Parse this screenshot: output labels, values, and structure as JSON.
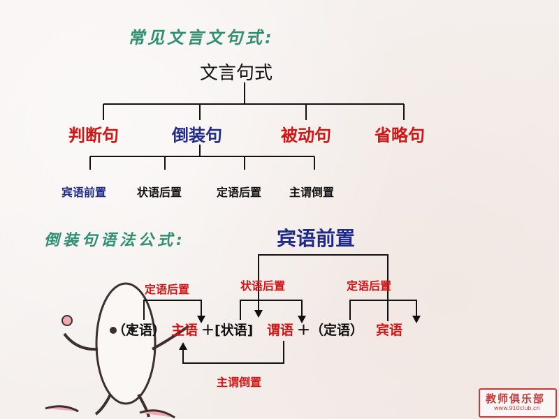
{
  "title_common": "常见文言文句式:",
  "root": "文言句式",
  "level1": [
    "判断句",
    "倒装句",
    "被动句",
    "省略句"
  ],
  "level2": [
    "宾语前置",
    "状语后置",
    "定语后置",
    "主谓倒置"
  ],
  "title_formula": "倒装句语法公式:",
  "big_label": "宾语前置",
  "formula_labels": {
    "definitive_post_left": "定语后置",
    "adverbial_post": "状语后置",
    "definitive_post_right": "定语后置",
    "subject_predicate_inversion": "主谓倒置"
  },
  "formula": {
    "p1": "（定语）",
    "p2": "主语",
    "p3": "＋[状语]",
    "p4": "谓语",
    "p5": "＋（定语）",
    "p6": "宾语"
  },
  "colors": {
    "title_green": "#2f8f73",
    "red": "#d21414",
    "blue": "#1f2a8a",
    "dark": "#111111"
  },
  "logo": {
    "text": "教师俱乐部",
    "url": "www.910club.cn"
  }
}
